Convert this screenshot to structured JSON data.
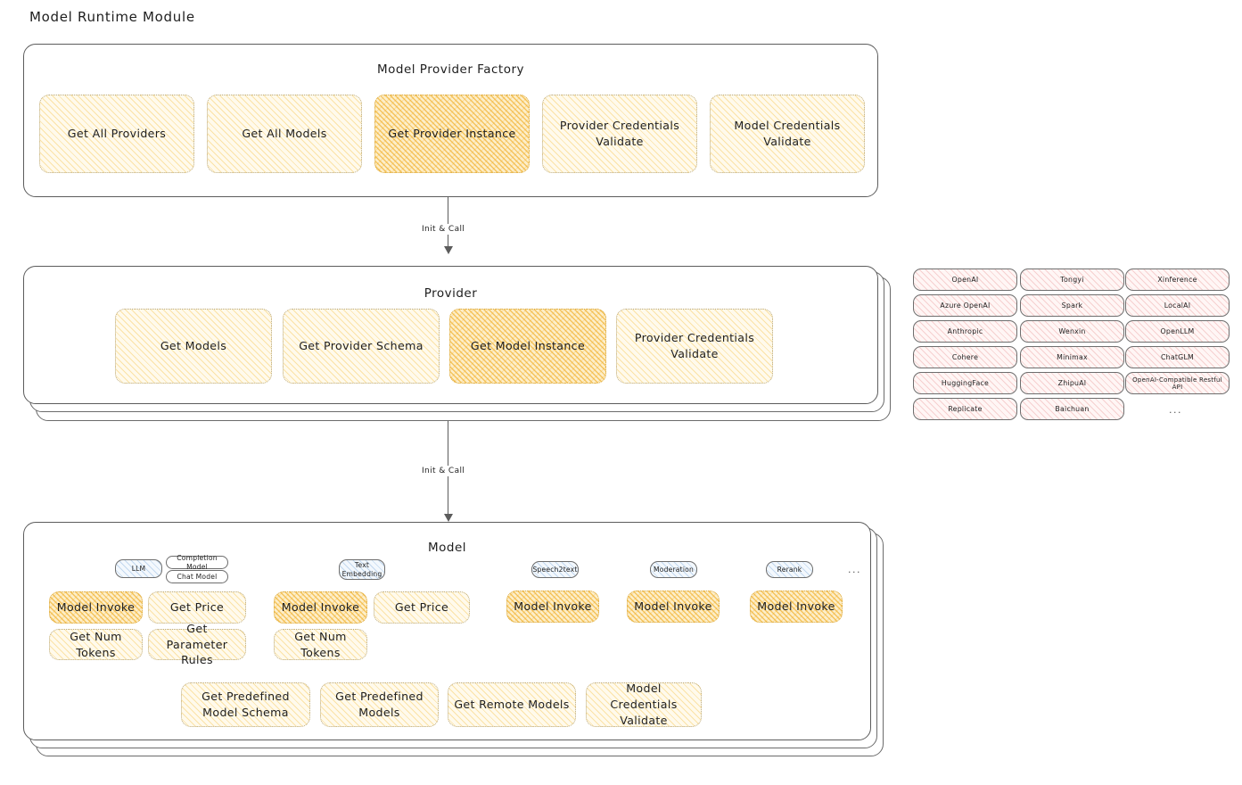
{
  "page": {
    "title": "Model Runtime Module"
  },
  "arrows": [
    {
      "label": "Init & Call"
    },
    {
      "label": "Init & Call"
    }
  ],
  "factory": {
    "title": "Model Provider Factory",
    "items": [
      {
        "label": "Get All Providers",
        "highlight": false
      },
      {
        "label": "Get All Models",
        "highlight": false
      },
      {
        "label": "Get Provider Instance",
        "highlight": true
      },
      {
        "label": "Provider Credentials Validate",
        "highlight": false
      },
      {
        "label": "Model Credentials Validate",
        "highlight": false
      }
    ]
  },
  "provider": {
    "title": "Provider",
    "items": [
      {
        "label": "Get Models",
        "highlight": false
      },
      {
        "label": "Get Provider Schema",
        "highlight": false
      },
      {
        "label": "Get Model Instance",
        "highlight": true
      },
      {
        "label": "Provider Credentials Validate",
        "highlight": false
      }
    ]
  },
  "provider_list": {
    "columns": [
      [
        "OpenAI",
        "Azure OpenAI",
        "Anthropic",
        "Cohere",
        "HuggingFace",
        "Replicate"
      ],
      [
        "Tongyi",
        "Spark",
        "Wenxin",
        "Minimax",
        "ZhipuAI",
        "Baichuan"
      ],
      [
        "Xinference",
        "LocalAI",
        "OpenLLM",
        "ChatGLM",
        "OpenAI-Compatible Restful API"
      ]
    ],
    "more": "..."
  },
  "model": {
    "title": "Model",
    "more": "...",
    "types": [
      {
        "name": "LLM",
        "sub": [
          "Completion Model",
          "Chat Model"
        ],
        "methods": [
          {
            "label": "Model Invoke",
            "highlight": true
          },
          {
            "label": "Get Price",
            "highlight": false
          },
          {
            "label": "Get Num Tokens",
            "highlight": false
          },
          {
            "label": "Get Parameter Rules",
            "highlight": false
          }
        ]
      },
      {
        "name": "Text Embedding",
        "sub": [],
        "methods": [
          {
            "label": "Model Invoke",
            "highlight": true
          },
          {
            "label": "Get Price",
            "highlight": false
          },
          {
            "label": "Get Num Tokens",
            "highlight": false
          }
        ]
      },
      {
        "name": "Speech2text",
        "sub": [],
        "methods": [
          {
            "label": "Model Invoke",
            "highlight": true
          }
        ]
      },
      {
        "name": "Moderation",
        "sub": [],
        "methods": [
          {
            "label": "Model Invoke",
            "highlight": true
          }
        ]
      },
      {
        "name": "Rerank",
        "sub": [],
        "methods": [
          {
            "label": "Model Invoke",
            "highlight": true
          }
        ]
      }
    ],
    "shared": [
      "Get Predefined Model Schema",
      "Get Predefined Models",
      "Get Remote Models",
      "Model Credentials Validate"
    ]
  },
  "colors": {
    "accent_yellow": "#fffaec",
    "accent_orange": "#fdeec9",
    "accent_pink": "#fff6f5",
    "accent_blue": "#f3f8fd",
    "stroke": "#5c5c5c",
    "text": "#1e1e1e"
  }
}
